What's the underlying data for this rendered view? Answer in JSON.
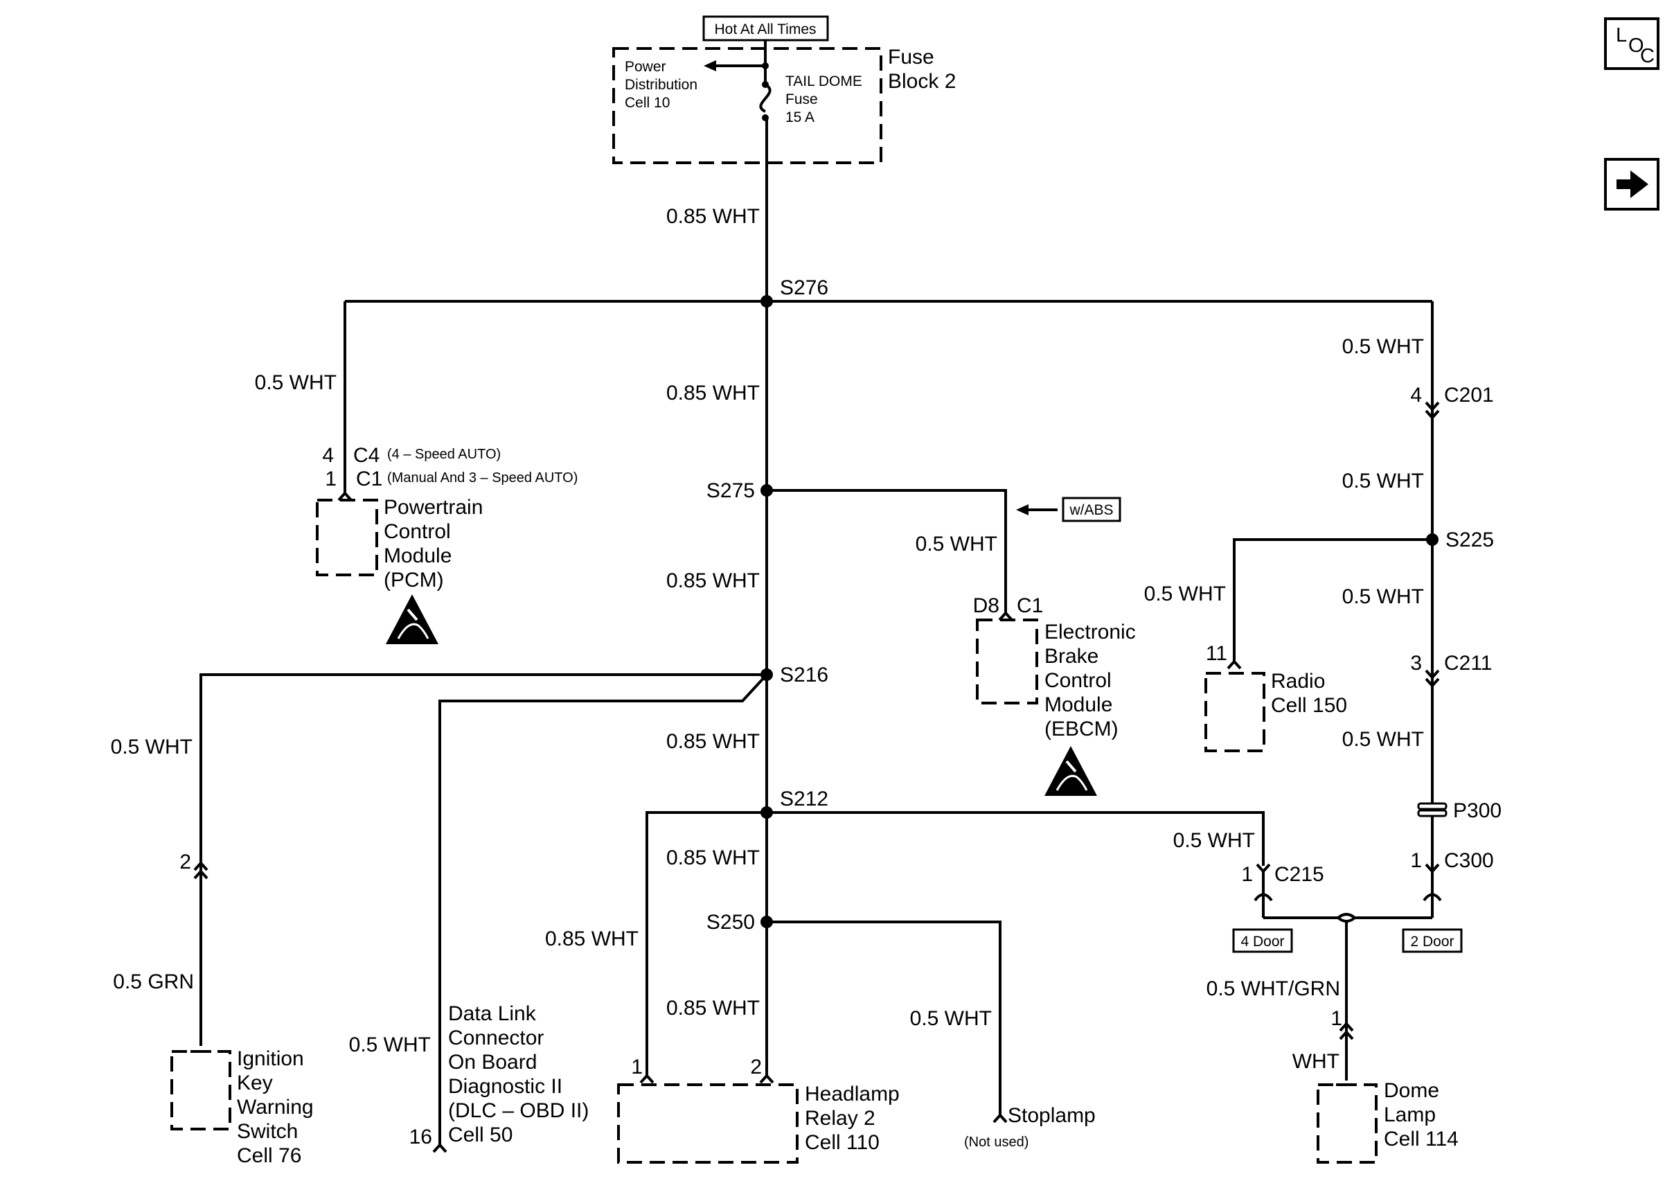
{
  "power": {
    "hot_label": "Hot At All Times",
    "fuse_block_line1": "Fuse",
    "fuse_block_line2": "Block 2",
    "pd_line1": "Power",
    "pd_line2": "Distribution",
    "pd_line3": "Cell 10",
    "fuse_line1": "TAIL DOME",
    "fuse_line2": "Fuse",
    "fuse_line3": "15 A"
  },
  "nav": {
    "loc_l": "L",
    "loc_o": "O",
    "loc_c": "C",
    "next_icon": "arrow-right-icon"
  },
  "splices": {
    "s276": "S276",
    "s275": "S275",
    "s216": "S216",
    "s212": "S212",
    "s250": "S250",
    "s225": "S225"
  },
  "wires": {
    "w1": "0.85 WHT",
    "w2": "0.85 WHT",
    "w3": "0.85 WHT",
    "w4": "0.85 WHT",
    "w5": "0.85 WHT",
    "w6": "0.85 WHT",
    "w7": "0.85 WHT",
    "pcm": "0.5 WHT",
    "ebcm": "0.5 WHT",
    "ign": "0.5 WHT",
    "ign_grn": "0.5 GRN",
    "dlc": "0.5 WHT",
    "stop": "0.5 WHT",
    "c215": "0.5 WHT",
    "radio": "0.5 WHT",
    "r1": "0.5 WHT",
    "r2": "0.5 WHT",
    "r3": "0.5 WHT",
    "r4": "0.5 WHT",
    "dome": "0.5 WHT/GRN",
    "dome_wht": "WHT"
  },
  "pcm": {
    "pin_c4": "4",
    "conn_c4": "C4",
    "note_c4": "(4 – Speed AUTO)",
    "pin_c1": "1",
    "conn_c1": "C1",
    "note_c1": "(Manual And 3 – Speed AUTO)",
    "l1": "Powertrain",
    "l2": "Control",
    "l3": "Module",
    "l4": "(PCM)"
  },
  "ebcm": {
    "option": "w/ABS",
    "pin": "D8",
    "conn": "C1",
    "l1": "Electronic",
    "l2": "Brake",
    "l3": "Control",
    "l4": "Module",
    "l5": "(EBCM)"
  },
  "ignition": {
    "pin": "2",
    "l1": "Ignition",
    "l2": "Key",
    "l3": "Warning",
    "l4": "Switch",
    "l5": "Cell 76"
  },
  "dlc": {
    "pin": "16",
    "l1": "Data Link",
    "l2": "Connector",
    "l3": "On Board",
    "l4": "Diagnostic II",
    "l5": "(DLC – OBD II)",
    "l6": "Cell 50"
  },
  "headlamp": {
    "pin1": "1",
    "pin2": "2",
    "l1": "Headlamp",
    "l2": "Relay 2",
    "l3": "Cell 110"
  },
  "stoplamp": {
    "label": "Stoplamp",
    "note": "(Not used)"
  },
  "radio": {
    "pin": "11",
    "l1": "Radio",
    "l2": "Cell 150"
  },
  "connectors": {
    "c201_pin": "4",
    "c201": "C201",
    "c211_pin": "3",
    "c211": "C211",
    "p300": "P300",
    "c300_pin": "1",
    "c300": "C300",
    "c215_pin": "1",
    "c215": "C215"
  },
  "dome": {
    "four_door": "4 Door",
    "two_door": "2 Door",
    "pin": "1",
    "l1": "Dome",
    "l2": "Lamp",
    "l3": "Cell 114"
  }
}
